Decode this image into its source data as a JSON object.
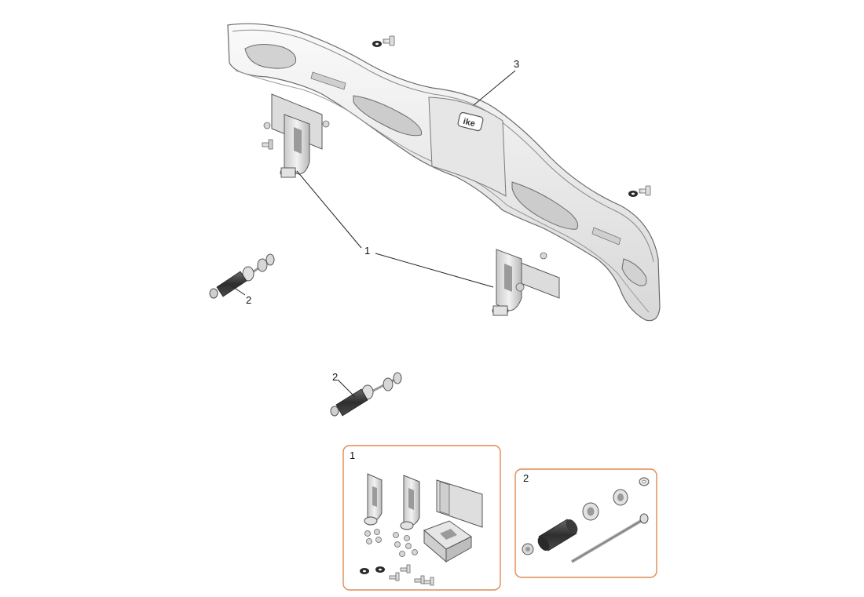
{
  "diagram": {
    "callouts": [
      {
        "id": "callout-1",
        "text": "1"
      },
      {
        "id": "callout-2a",
        "text": "2"
      },
      {
        "id": "callout-2b",
        "text": "2"
      },
      {
        "id": "callout-3",
        "text": "3"
      }
    ],
    "kits": [
      {
        "id": "kit-1",
        "label": "1"
      },
      {
        "id": "kit-2",
        "label": "2"
      }
    ],
    "logo_text": "ike",
    "colors": {
      "kit_border": "#e08a55",
      "part_fill": "#ececec",
      "part_stroke": "#5a5a5a",
      "leader_line": "#222222",
      "spring_dark": "#3b3b3b"
    }
  }
}
